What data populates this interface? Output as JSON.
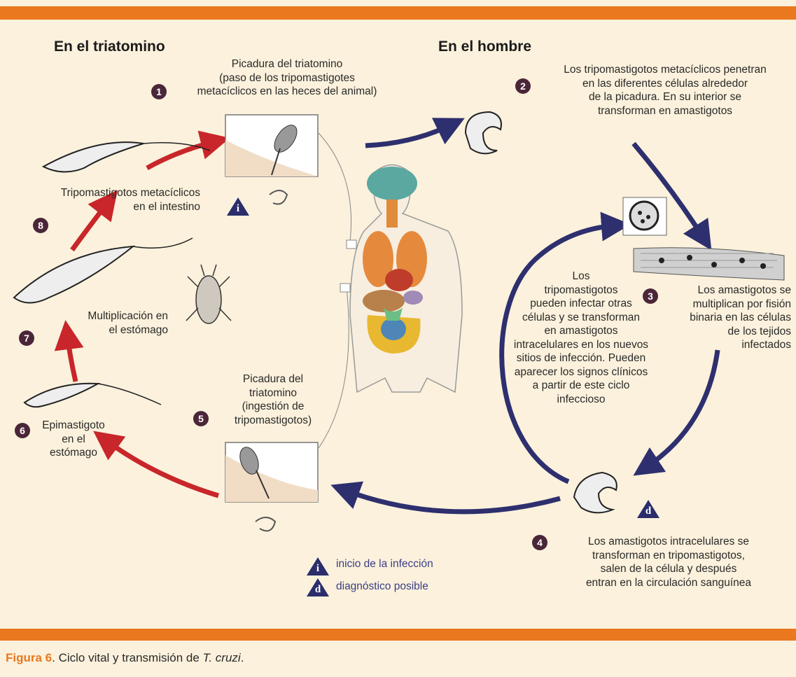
{
  "headings": {
    "left": "En el triatomino",
    "right": "En el hombre"
  },
  "steps": [
    {
      "num": "1",
      "lines": [
        "Picadura del triatomino",
        "(paso de los tripomastigotes",
        "metacíclicos en las heces del animal)"
      ]
    },
    {
      "num": "2",
      "lines": [
        "Los tripomastigotos metacíclicos penetran",
        "en las diferentes células alrededor",
        "de la picadura. En su interior se",
        "transforman en amastigotos"
      ]
    },
    {
      "num": "3",
      "lines": [
        "Los amastigotos se",
        "multiplican por fisión",
        "binaria en las células",
        "de los tejidos",
        "infectados"
      ]
    },
    {
      "num": "4",
      "lines": [
        "Los amastigotos intracelulares se",
        "transforman en tripomastigotos,",
        "salen de la célula y después",
        "entran en la circulación sanguínea"
      ]
    },
    {
      "num": "5",
      "lines": [
        "Picadura del",
        "triatomino",
        "(ingestión de",
        "tripomastigotos)"
      ]
    },
    {
      "num": "6",
      "lines": [
        "Epimastigoto",
        "en el",
        "estómago"
      ]
    },
    {
      "num": "7",
      "lines": [
        "Multiplicación en",
        "el estómago"
      ]
    },
    {
      "num": "8",
      "lines": [
        "Tripomastigotos metacíclicos",
        "en el intestino"
      ]
    }
  ],
  "center_note": [
    "Los",
    "tripomastigotos",
    "pueden infectar otras",
    "células y se transforman",
    "en amastigotos",
    "intracelulares en los nuevos",
    "sitios de infección. Pueden",
    "aparecer los signos clínicos",
    "a partir de este ciclo",
    "infeccioso"
  ],
  "legend": [
    {
      "symbol": "i",
      "label": "inicio de la infección"
    },
    {
      "symbol": "d",
      "label": "diagnóstico posible"
    }
  ],
  "markers": {
    "infection_start": "i",
    "diagnosis": "d"
  },
  "caption": {
    "prefix": "Figura 6",
    "middle": ". Ciclo vital y transmisión de ",
    "italic": "T. cruzi",
    "suffix": "."
  },
  "colors": {
    "background": "#fbf1dc",
    "accent_bar": "#e9781e",
    "badge": "#4a2638",
    "blue_arrow": "#2e2f6e",
    "red_arrow": "#c8262a",
    "legend_text": "#3b3e86"
  },
  "icons": [
    "triatomine-bug-icon",
    "trypanosome-icon",
    "human-body-icon",
    "infected-cell-icon",
    "muscle-tissue-icon",
    "bite-inset-icon"
  ]
}
